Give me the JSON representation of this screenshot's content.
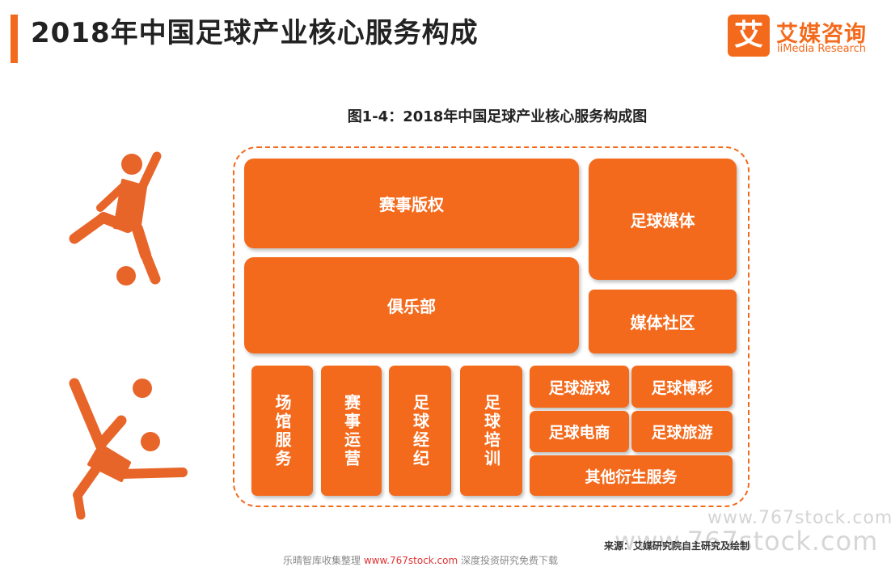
{
  "header": {
    "title": "2018年中国足球产业核心服务构成",
    "accent_color": "#F46A1C"
  },
  "logo": {
    "mark": "艾",
    "name_cn": "艾媒咨询",
    "name_en": "iiMedia Research"
  },
  "figure": {
    "title": "图1-4：2018年中国足球产业核心服务构成图"
  },
  "blocks": {
    "event_rights": "赛事版权",
    "football_media": "足球媒体",
    "club": "俱乐部",
    "media_community": "媒体社区",
    "venue_services": "场馆服务",
    "event_operation": "赛事运营",
    "football_agency": "足球经纪",
    "football_training": "足球培训",
    "football_games": "足球游戏",
    "football_betting": "足球博彩",
    "football_ecommerce": "足球电商",
    "football_tourism": "足球旅游",
    "other_derivative_services": "其他衍生服务"
  },
  "icons": {
    "top": "soccer-player-kicking-icon",
    "bottom": "soccer-player-bicycle-kick-icon",
    "color": "#E8652A"
  },
  "source": "来源：艾媒研究院自主研究及绘制",
  "watermarks": {
    "small": "www.767stock.com",
    "large": "www.767stock.com"
  },
  "footer": {
    "part1": "乐晴智库收集整理 ",
    "link": "www.767stock.com",
    "part2": " 深度投资研究免费下载"
  }
}
